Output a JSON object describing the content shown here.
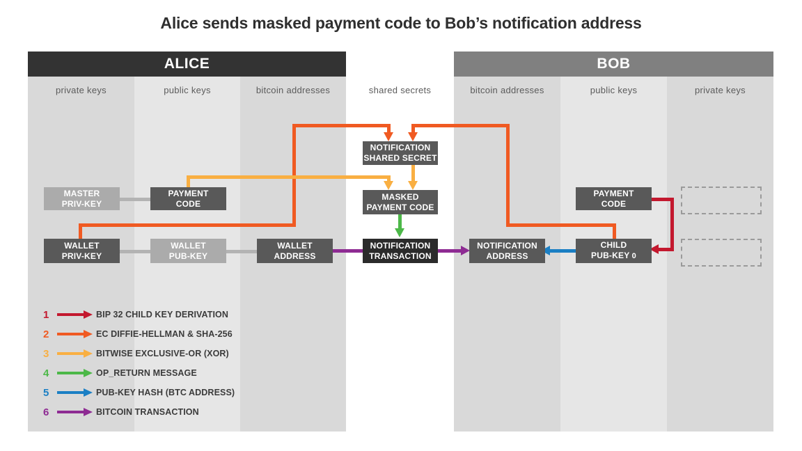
{
  "title": "Alice sends masked payment code to Bob’s notification address",
  "parties": [
    {
      "name": "ALICE",
      "color": "#333333"
    },
    {
      "name": "BOB",
      "color": "#808080"
    }
  ],
  "columns": [
    {
      "caption": "private keys",
      "shade": "dark"
    },
    {
      "caption": "public keys",
      "shade": "light"
    },
    {
      "caption": "bitcoin addresses",
      "shade": "dark"
    },
    {
      "caption": "shared secrets",
      "shade": "white"
    },
    {
      "caption": "bitcoin addresses",
      "shade": "dark"
    },
    {
      "caption": "public keys",
      "shade": "light"
    },
    {
      "caption": "private keys",
      "shade": "dark"
    }
  ],
  "nodes": {
    "alice_master_privkey": {
      "line1": "MASTER",
      "line2": "PRIV-KEY",
      "style": "light"
    },
    "alice_payment_code": {
      "line1": "PAYMENT",
      "line2": "CODE",
      "style": "mid"
    },
    "alice_wallet_privkey": {
      "line1": "WALLET",
      "line2": "PRIV-KEY",
      "style": "mid"
    },
    "alice_wallet_pubkey": {
      "line1": "WALLET",
      "line2": "PUB-KEY",
      "style": "light"
    },
    "alice_wallet_address": {
      "line1": "WALLET",
      "line2": "ADDRESS",
      "style": "mid"
    },
    "notification_shared_secret": {
      "line1": "NOTIFICATION",
      "line2": "SHARED SECRET",
      "style": "mid"
    },
    "masked_payment_code": {
      "line1": "MASKED",
      "line2": "PAYMENT CODE",
      "style": "mid"
    },
    "notification_transaction": {
      "line1": "NOTIFICATION",
      "line2": "TRANSACTION",
      "style": "dark"
    },
    "bob_notification_address": {
      "line1": "NOTIFICATION",
      "line2": "ADDRESS",
      "style": "mid"
    },
    "bob_child_pubkey": {
      "line1": "CHILD",
      "line2": "PUB-KEY",
      "line2_sub": " 0",
      "style": "mid"
    },
    "bob_payment_code": {
      "line1": "PAYMENT",
      "line2": "CODE",
      "style": "mid"
    }
  },
  "legend": [
    {
      "num": "1",
      "label": "BIP 32 CHILD KEY DERIVATION",
      "color": "#c3182e"
    },
    {
      "num": "2",
      "label": "EC DIFFIE-HELLMAN & SHA-256",
      "color": "#f05a22"
    },
    {
      "num": "3",
      "label": "BITWISE EXCLUSIVE-OR (XOR)",
      "color": "#f9af42"
    },
    {
      "num": "4",
      "label": "OP_RETURN MESSAGE",
      "color": "#4cb848"
    },
    {
      "num": "5",
      "label": "PUB-KEY HASH (BTC ADDRESS)",
      "color": "#1b7fc4"
    },
    {
      "num": "6",
      "label": "BITCOIN TRANSACTION",
      "color": "#8e2b93"
    }
  ],
  "colors": {
    "crimson": "#c3182e",
    "orange": "#f05a22",
    "amber": "#f9af42",
    "green": "#4cb848",
    "blue": "#1b7fc4",
    "purple": "#8e2b93",
    "gray_link": "#b3b3b3",
    "band_dark": "#d9d9d9",
    "band_light": "#e6e6e6",
    "box_light": "#ababab",
    "box_mid": "#595959",
    "box_dark": "#2b2b2b"
  }
}
